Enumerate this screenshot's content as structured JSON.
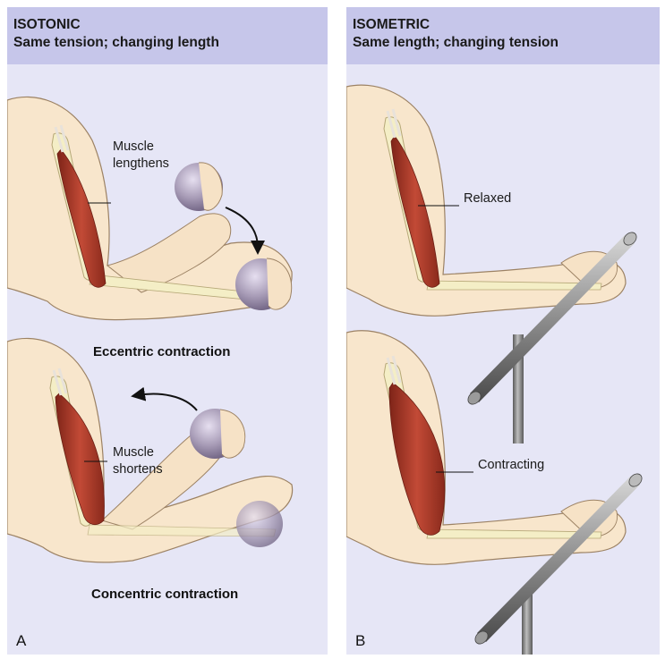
{
  "panel_a": {
    "title": "ISOTONIC",
    "subtitle": "Same tension; changing length",
    "upper_label": [
      "Muscle",
      "lengthens"
    ],
    "upper_caption": "Eccentric contraction",
    "lower_label": [
      "Muscle",
      "shortens"
    ],
    "lower_caption": "Concentric contraction",
    "letter": "A"
  },
  "panel_b": {
    "title": "ISOMETRIC",
    "subtitle": "Same length; changing tension",
    "upper_label": "Relaxed",
    "lower_label": "Contracting",
    "letter": "B"
  },
  "colors": {
    "panel_bg": "#e6e6f6",
    "header_bg": "#c6c6ea",
    "skin": "#f8e6cc",
    "skin_outline": "#9c8264",
    "bone": "#f4eec6",
    "muscle": "#b3402e",
    "muscle_dark": "#7e2418",
    "ball": "#a89cb4",
    "bar": "#8c8c8c"
  }
}
